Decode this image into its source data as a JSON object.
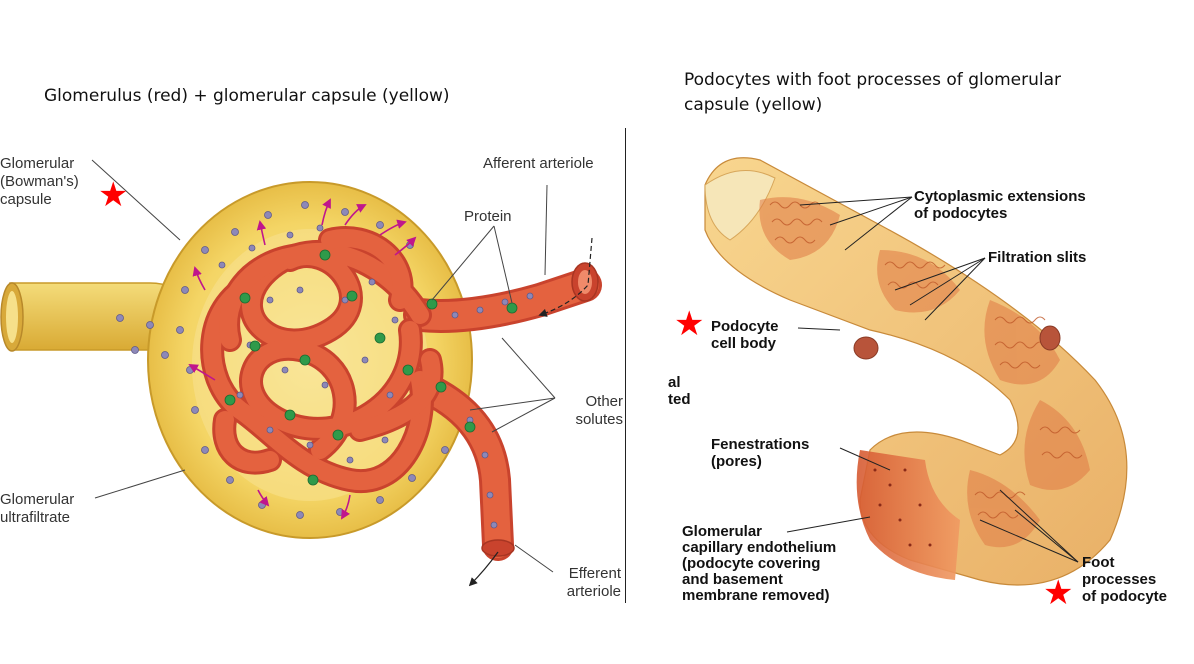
{
  "titles": {
    "left": "Glomerulus (red) + glomerular capsule (yellow)",
    "right": "Podocytes with foot processes of glomerular capsule (yellow)"
  },
  "left_labels": {
    "capsule": [
      "Glomerular",
      "(Bowman's)",
      "capsule"
    ],
    "afferent": "Afferent arteriole",
    "protein": "Protein",
    "other_solutes": [
      "Other",
      "solutes"
    ],
    "ultrafiltrate": [
      "Glomerular",
      "ultrafiltrate"
    ],
    "efferent": [
      "Efferent",
      "arteriole"
    ]
  },
  "right_labels": {
    "cytoplasmic": [
      "Cytoplasmic extensions",
      "of podocytes"
    ],
    "filtration": "Filtration slits",
    "cell_body": [
      "Podocyte",
      "cell body"
    ],
    "cut": [
      "al",
      "ted"
    ],
    "fenestrations": [
      "Fenestrations",
      "(pores)"
    ],
    "endothelium": [
      "Glomerular",
      "capillary endothelium",
      "(podocyte covering",
      "and basement",
      "membrane removed)"
    ],
    "foot": [
      "Foot",
      "processes",
      "of podocyte"
    ]
  },
  "colors": {
    "capsule_yellow": "#f2d366",
    "capillary_red": "#e05a3e",
    "protein_green": "#2f9a4a",
    "solute_purple": "#8d88b8",
    "arrow_magenta": "#c0168c",
    "star_red": "#ff0000"
  },
  "markers": {
    "star": "★"
  }
}
